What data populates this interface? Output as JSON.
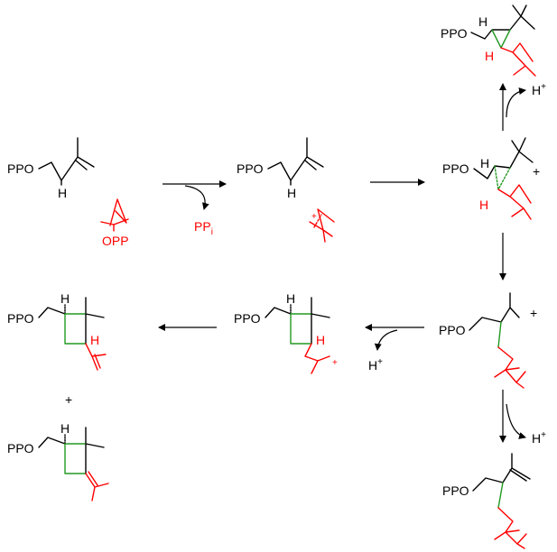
{
  "labels": {
    "ppo": "PPO",
    "opp": "OPP",
    "h": "H",
    "plus": "+",
    "h_plus": "H",
    "plus_sup": "+",
    "pp": "PP",
    "pp_sub": "i"
  },
  "colors": {
    "ink": "#000000",
    "highlight": "#ff0000",
    "new_bond": "#229922"
  }
}
